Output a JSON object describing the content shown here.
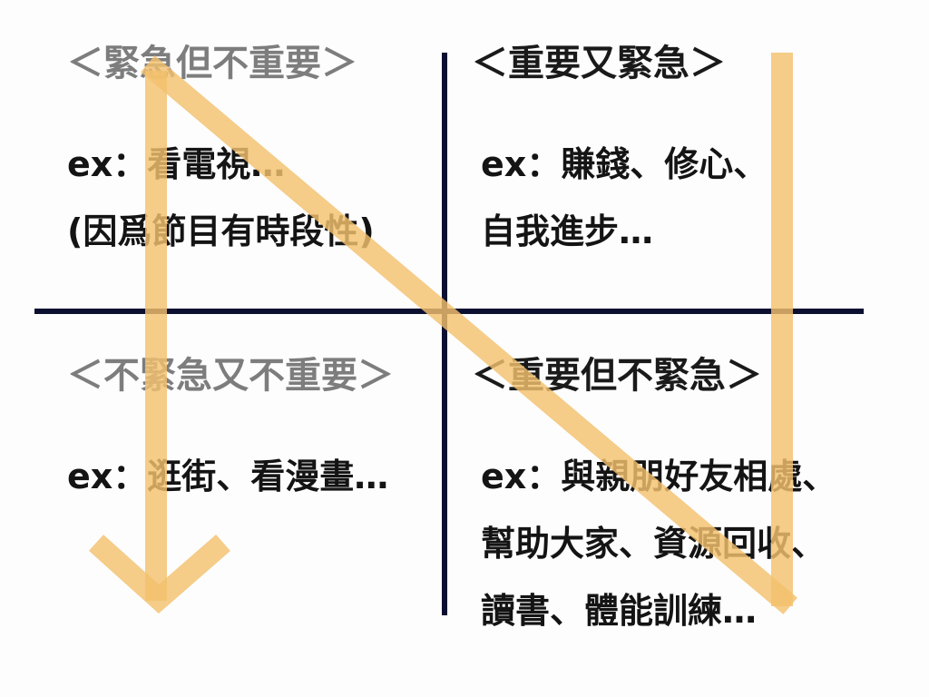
{
  "quadrants": {
    "top_left": {
      "title": "＜緊急但不重要＞",
      "lines": [
        "ex：看電視…",
        "(因爲節目有時段性)"
      ]
    },
    "top_right": {
      "title": "＜重要又緊急＞",
      "lines": [
        "ex：賺錢、修心、",
        "自我進步…"
      ]
    },
    "bottom_left": {
      "title": "＜不緊急又不重要＞",
      "lines": [
        "ex：逛街、看漫畫…"
      ]
    },
    "bottom_right": {
      "title": "＜重要但不緊急＞",
      "lines": [
        "ex：與親朋好友相處、",
        "幫助大家、資源回收、",
        "讀書、體能訓練…"
      ]
    }
  },
  "colors": {
    "axis": "#0b1030",
    "arrow": "#f3c16e",
    "title_gray": "#7d7d7d",
    "text": "#141414"
  }
}
